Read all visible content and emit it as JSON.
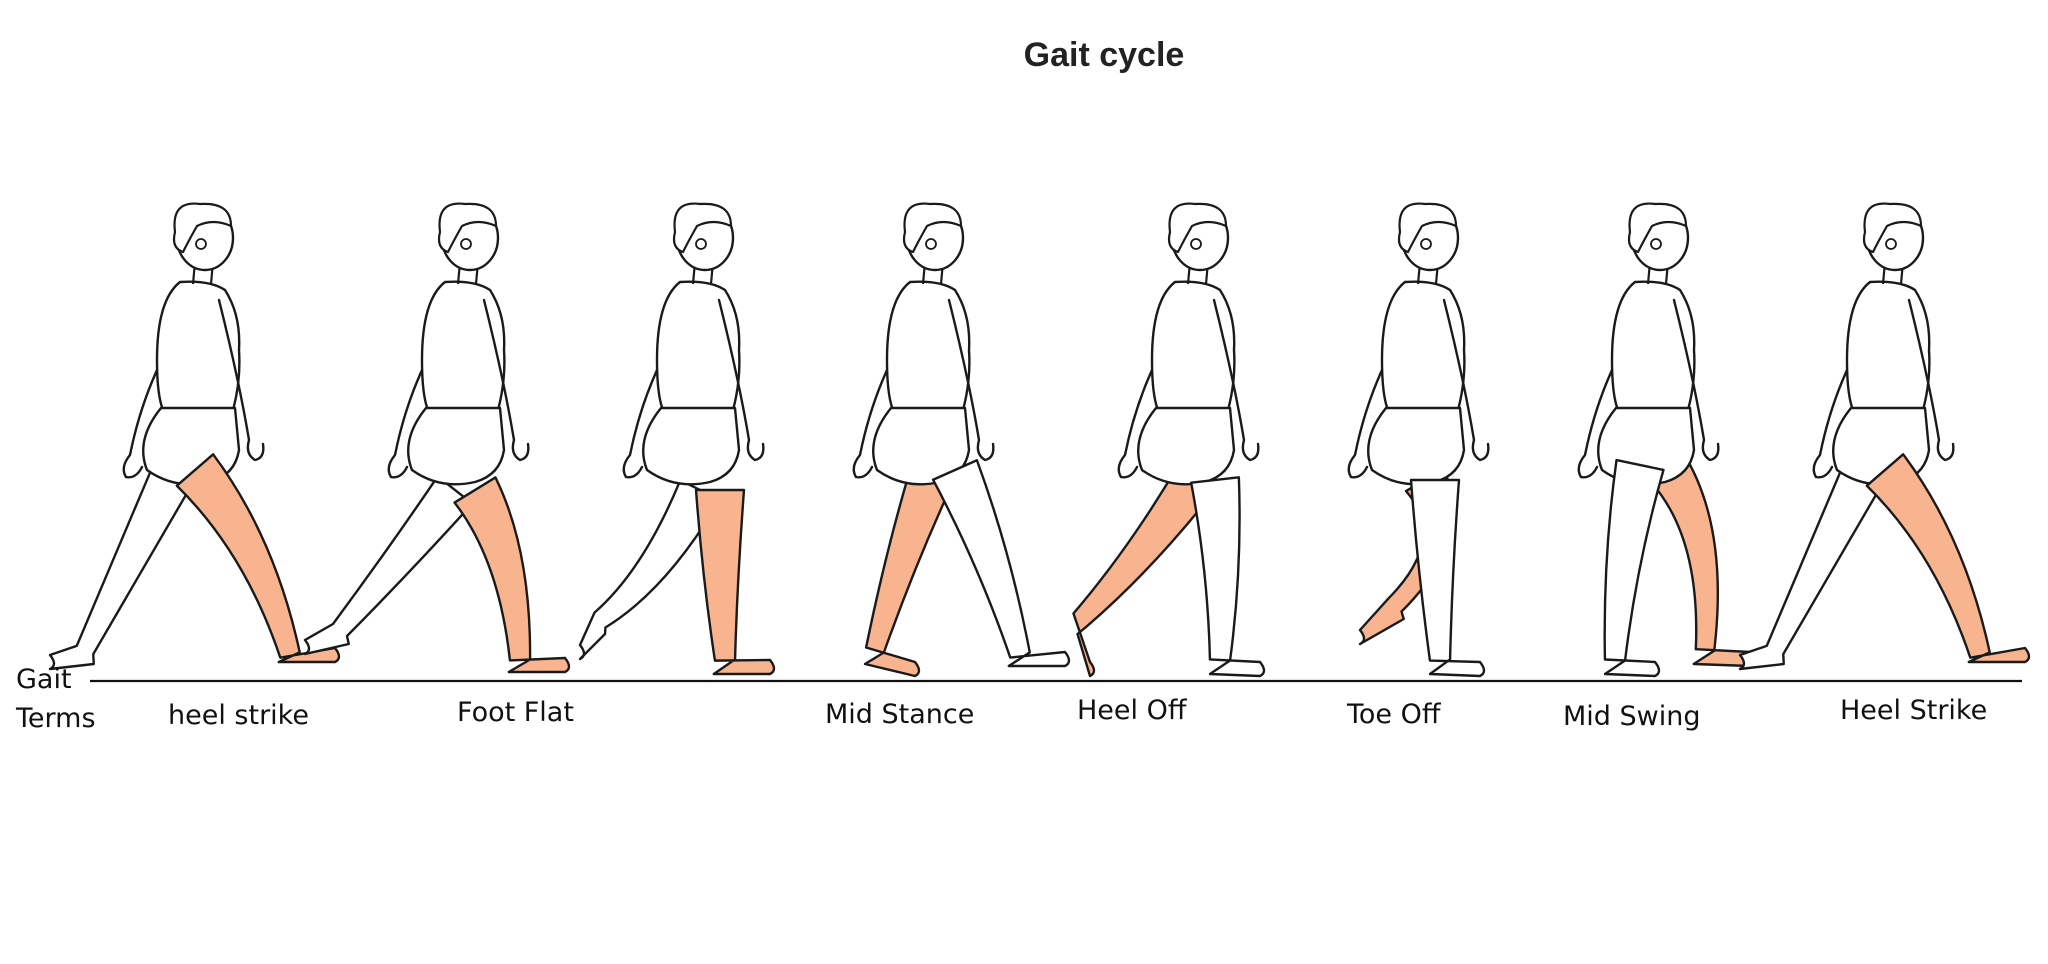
{
  "title": "Gait cycle",
  "row_label": {
    "line1": "Gait",
    "line2": "Terms"
  },
  "phases": [
    {
      "label": "heel strike",
      "pose": "heel-strike",
      "highlight_leg": "front"
    },
    {
      "label": "Foot Flat",
      "pose": "foot-flat",
      "highlight_leg": "front"
    },
    {
      "label": "",
      "pose": "loading",
      "highlight_leg": "stance"
    },
    {
      "label": "Mid Stance",
      "pose": "mid-stance",
      "highlight_leg": "back"
    },
    {
      "label": "Heel Off",
      "pose": "heel-off",
      "highlight_leg": "back"
    },
    {
      "label": "Toe Off",
      "pose": "toe-off",
      "highlight_leg": "back"
    },
    {
      "label": "Mid Swing",
      "pose": "mid-swing",
      "highlight_leg": "swing"
    },
    {
      "label": "Heel Strike",
      "pose": "heel-strike",
      "highlight_leg": "front"
    }
  ],
  "colors": {
    "highlight_leg": "#f7b48f",
    "outline": "#1a1a1a",
    "ground": "#111111",
    "skin": "#ffffff"
  }
}
